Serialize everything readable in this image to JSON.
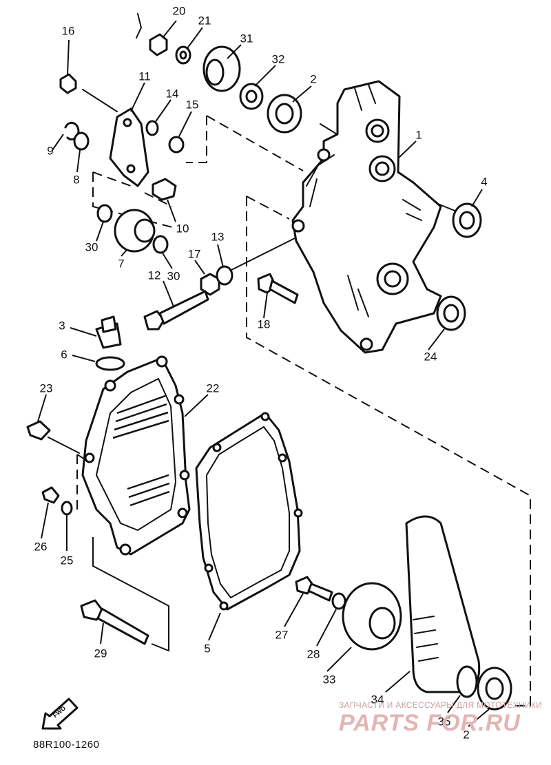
{
  "diagram": {
    "part_labels": {
      "p1": "1",
      "p2a": "2",
      "p2b": "2",
      "p3": "3",
      "p4": "4",
      "p5": "5",
      "p6": "6",
      "p7": "7",
      "p8": "8",
      "p9": "9",
      "p10": "10",
      "p11": "11",
      "p12": "12",
      "p13": "13",
      "p14": "14",
      "p15": "15",
      "p16": "16",
      "p17": "17",
      "p18": "18",
      "p20": "20",
      "p21": "21",
      "p22": "22",
      "p23": "23",
      "p24": "24",
      "p25": "25",
      "p26": "26",
      "p27": "27",
      "p28": "28",
      "p29": "29",
      "p30a": "30",
      "p30b": "30",
      "p31": "31",
      "p32": "32",
      "p33": "33",
      "p34": "34",
      "p35": "35"
    },
    "fwd_label": "FWD",
    "diagram_code": "88R100-1260"
  },
  "watermark": {
    "top_text": "ЗАПЧАСТИ И АКСЕССУАРЫ ДЛЯ МОТОТЕХНИКИ",
    "brand_text": "PARTS FOR.RU",
    "brand_color": "#e2b4b4"
  }
}
